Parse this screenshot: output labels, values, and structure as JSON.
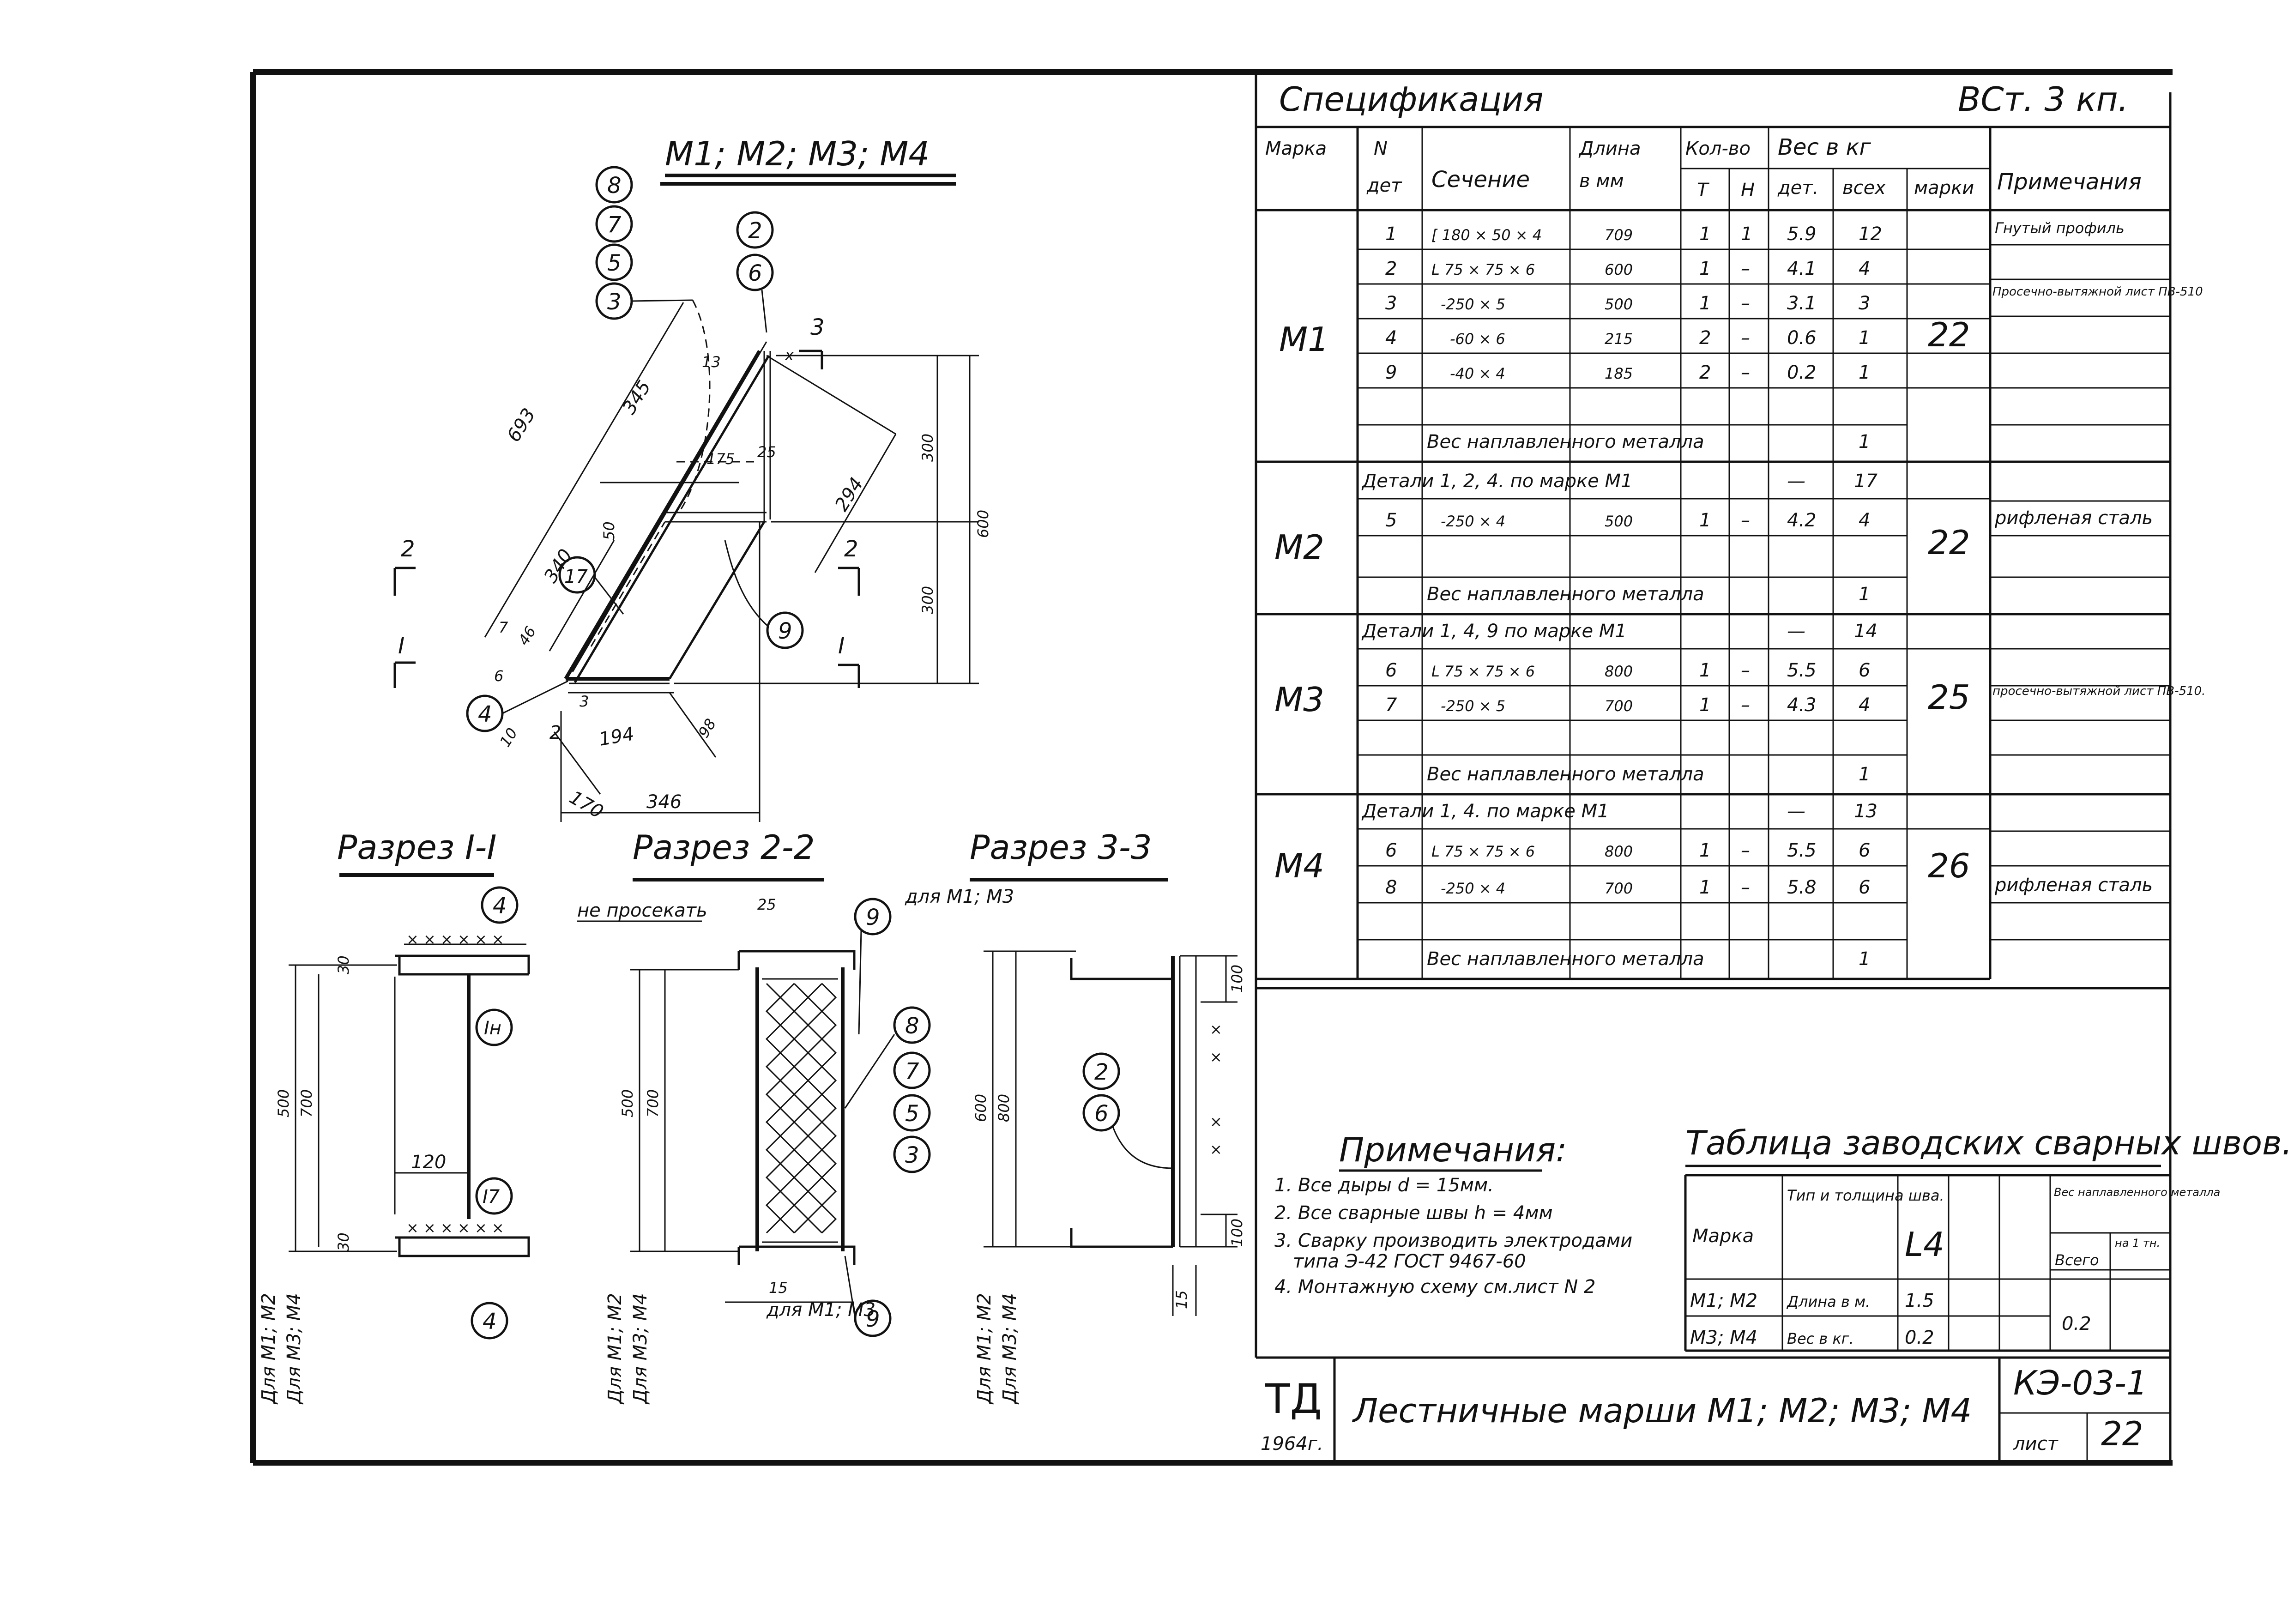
{
  "main_view": {
    "title": "М1; М2; М3; М4",
    "callouts": {
      "stack_left": [
        "8",
        "7",
        "5",
        "3"
      ],
      "stack_right": [
        "2",
        "6"
      ],
      "c17": "17",
      "c9": "9",
      "c4": "4"
    },
    "dims": {
      "d693": "693",
      "d345": "345",
      "d340": "340",
      "d175": "175",
      "d25": "25",
      "d50": "50",
      "d294": "294",
      "d300a": "300",
      "d300b": "300",
      "d600": "600",
      "d7": "7",
      "d46": "46",
      "d6": "6",
      "d3": "3",
      "d194": "194",
      "d98": "98",
      "d10": "10",
      "d170": "170",
      "d346": "346",
      "d2": "2",
      "d13": "13",
      "dx": "x"
    },
    "section_marks": {
      "s2_left": "2",
      "s2_right": "2",
      "s1_left": "I",
      "s1_right": "I",
      "s3": "3"
    }
  },
  "sections": {
    "s11": {
      "title": "Разрез I-I",
      "callout_top": "4",
      "callout_mid": "Iн",
      "callout_lower": "I7",
      "callout_bottom": "4",
      "d30a": "30",
      "d500": "500",
      "d700": "700",
      "d120": "120",
      "d30b": "30",
      "for_a": "Для М1; М2",
      "for_b": "Для М3; М4"
    },
    "s22": {
      "title": "Разрез 2-2",
      "not_cut": "не просекать",
      "d25": "25",
      "d500": "500",
      "d700": "700",
      "d15": "15",
      "callout_top": "9",
      "callout_bottom": "9",
      "stack": [
        "8",
        "7",
        "5",
        "3"
      ],
      "for_m1m3_top": "для М1; М3",
      "for_m1m3_bottom": "для М1; М3",
      "for_a": "Для М1; М2",
      "for_b": "Для М3; М4"
    },
    "s33": {
      "title": "Разрез 3-3",
      "d600": "600",
      "d800": "800",
      "d100a": "100",
      "d100b": "100",
      "d15": "15",
      "stack": [
        "2",
        "6"
      ],
      "for_a": "Для М1; М2",
      "for_b": "Для М3; М4"
    }
  },
  "spec": {
    "title": "Спецификация",
    "steel": "ВСт. 3 кп.",
    "headers": {
      "marka": "Марка",
      "n": "N",
      "det": "дет",
      "sechenie": "Сечение",
      "dlina": "Длина",
      "mm": "в мм",
      "kol": "Кол-во",
      "t": "Т",
      "n2": "Н",
      "ves": "Вес в кг",
      "det2": "дет.",
      "vseh": "всех",
      "marki": "марки",
      "prim": "Примечания"
    },
    "m1_label": "М1",
    "m1_rows": [
      {
        "n": "1",
        "sec": "[ 180 × 50 × 4",
        "len": "709",
        "t": "1",
        "h": "1",
        "w": "5.9",
        "all": "12",
        "note": "Гнутый профиль"
      },
      {
        "n": "2",
        "sec": "L 75 × 75 × 6",
        "len": "600",
        "t": "1",
        "h": "–",
        "w": "4.1",
        "all": "4",
        "note": ""
      },
      {
        "n": "3",
        "sec": "-250 × 5",
        "len": "500",
        "t": "1",
        "h": "–",
        "w": "3.1",
        "all": "3",
        "note": "Просечно-вытяжной лист ПВ-510"
      },
      {
        "n": "4",
        "sec": "-60 × 6",
        "len": "215",
        "t": "2",
        "h": "–",
        "w": "0.6",
        "all": "1",
        "note": ""
      },
      {
        "n": "9",
        "sec": "-40 × 4",
        "len": "185",
        "t": "2",
        "h": "–",
        "w": "0.2",
        "all": "1",
        "note": ""
      }
    ],
    "m1_weld": "Вес наплавленного металла",
    "m1_weld_v": "1",
    "m1_total": "22",
    "m2_label": "М2",
    "m2_details": "Детали 1, 2, 4.  по марке М1",
    "m2_details_dash": "—",
    "m2_details_v": "17",
    "m2_row": {
      "n": "5",
      "sec": "-250 × 4",
      "len": "500",
      "t": "1",
      "h": "–",
      "w": "4.2",
      "all": "4",
      "note": "рифленая сталь"
    },
    "m2_weld": "Вес наплавленного металла",
    "m2_weld_v": "1",
    "m2_total": "22",
    "m3_label": "М3",
    "m3_details": "Детали 1, 4, 9 по марке М1",
    "m3_details_dash": "—",
    "m3_details_v": "14",
    "m3_rows": [
      {
        "n": "6",
        "sec": "L 75 × 75 × 6",
        "len": "800",
        "t": "1",
        "h": "–",
        "w": "5.5",
        "all": "6",
        "note": "просечно-вытяжной лист ПВ-510."
      },
      {
        "n": "7",
        "sec": "-250 × 5",
        "len": "700",
        "t": "1",
        "h": "–",
        "w": "4.3",
        "all": "4",
        "note": ""
      }
    ],
    "m3_weld": "Вес наплавленного металла",
    "m3_weld_v": "1",
    "m3_total": "25",
    "m4_label": "М4",
    "m4_details": "Детали 1, 4.  по марке М1",
    "m4_details_dash": "—",
    "m4_details_v": "13",
    "m4_rows": [
      {
        "n": "6",
        "sec": "L 75 × 75 × 6",
        "len": "800",
        "t": "1",
        "h": "–",
        "w": "5.5",
        "all": "6",
        "note": ""
      },
      {
        "n": "8",
        "sec": "-250 × 4",
        "len": "700",
        "t": "1",
        "h": "–",
        "w": "5.8",
        "all": "6",
        "note": "рифленая сталь"
      }
    ],
    "m4_weld": "Вес наплавленного металла",
    "m4_weld_v": "1",
    "m4_total": "26"
  },
  "notes": {
    "title": "Примечания:",
    "items": [
      "1.  Все дыры d = 15мм.",
      "2.  Все сварные швы h = 4мм",
      "3.  Сварку производить электродами",
      "типа Э-42 ГОСТ 9467-60",
      "4.  Монтажную схему см.лист N 2"
    ]
  },
  "welds": {
    "title": "Таблица заводских сварных швов.",
    "marka": "Марка",
    "type": "Тип и толщина шва.",
    "symbol": "L4",
    "weight_head": "Вес наплавленного металла",
    "vsego": "Всего",
    "na1": "на 1 тн.",
    "r1": "М1; М2",
    "r2": "М3; М4",
    "len_label": "Длина в м.",
    "len_v": "1.5",
    "wt_label": "Вес в кг.",
    "wt_v": "0.2",
    "total": "0.2"
  },
  "stamp": {
    "org": "ТД",
    "year": "1964г.",
    "name": "Лестничные марши М1; М2; М3; М4",
    "code": "КЭ-03-1",
    "sheet_label": "лист",
    "sheet_no": "22"
  }
}
